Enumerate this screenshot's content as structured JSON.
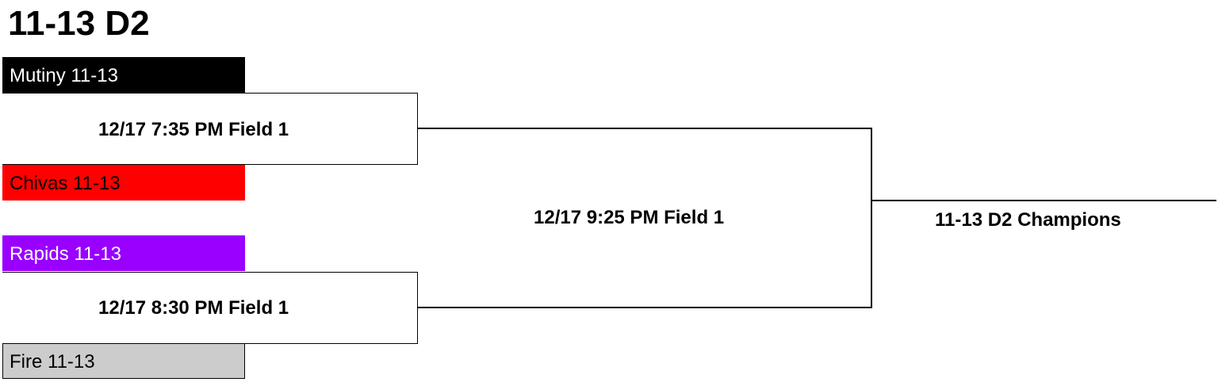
{
  "title": "11-13 D2",
  "teams": [
    {
      "name": "Mutiny 11-13",
      "color": "#000000"
    },
    {
      "name": "Chivas 11-13",
      "color": "#ff0000"
    },
    {
      "name": "Rapids 11-13",
      "color": "#9900ff"
    },
    {
      "name": "Fire 11-13",
      "color": "#cccccc"
    }
  ],
  "games": [
    {
      "label": "12/17 7:35 PM Field 1"
    },
    {
      "label": "12/17 8:30 PM Field 1"
    }
  ],
  "final": {
    "label": "12/17 9:25 PM Field 1"
  },
  "champion": {
    "label": "11-13 D2 Champions"
  }
}
